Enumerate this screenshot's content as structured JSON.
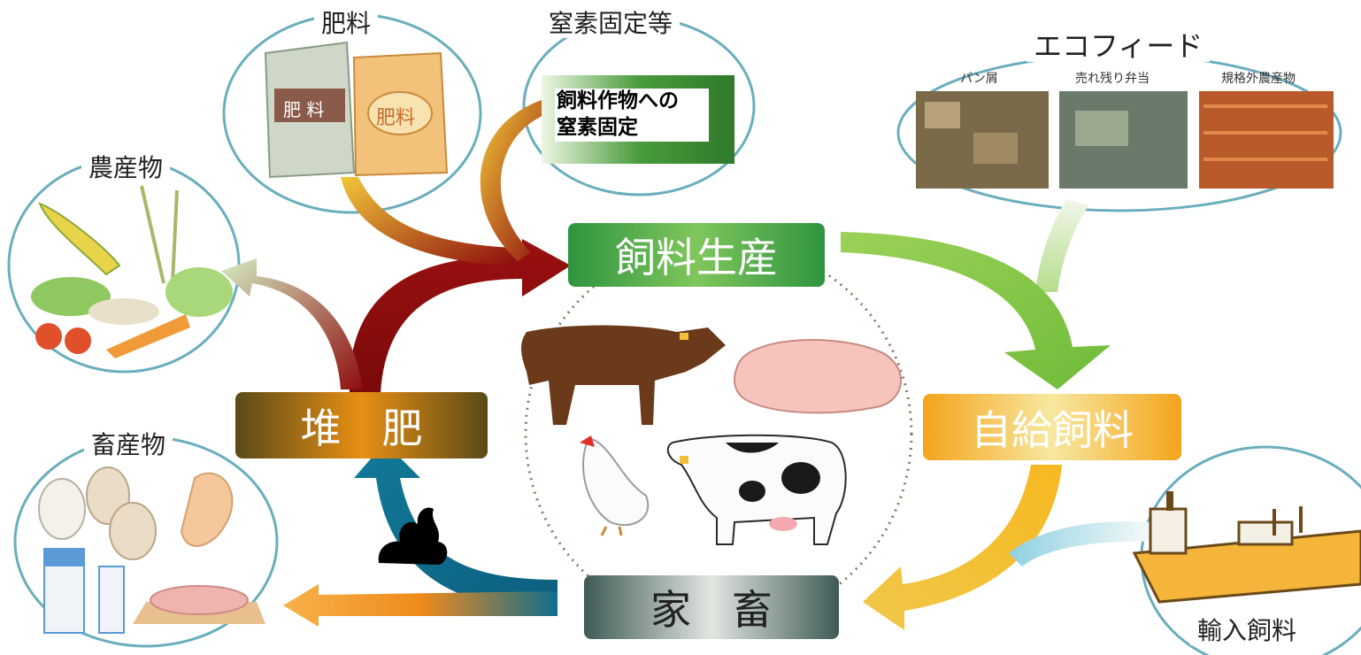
{
  "circles": {
    "fertilizer": {
      "label": "肥料",
      "bag_text": "肥 料",
      "bag_text_2": "肥料"
    },
    "nitrogen": {
      "label": "窒素固定等",
      "caption_line1": "飼料作物への",
      "caption_line2": "窒素固定"
    },
    "crops": {
      "label": "農産物"
    },
    "livestock_products": {
      "label": "畜産物"
    },
    "ecofeed": {
      "label": "エコフィード",
      "items": [
        "パン屑",
        "売れ残り弁当",
        "規格外農産物"
      ]
    },
    "imported": {
      "label": "輸入飼料"
    }
  },
  "boxes": {
    "feed_production": "飼料生産",
    "compost": "堆　肥",
    "self_sufficient_feed": "自給飼料",
    "livestock": "家　畜"
  },
  "colors": {
    "circle_stroke": "#6aaebd",
    "feed_production_box": "#3fa34d",
    "compost_box_left": "#6b5a1c",
    "compost_box_right": "#e08a12",
    "self_feed_box": "#f3a21b",
    "livestock_box": "#4e6a64",
    "dark_red_arrow": "#8e0e0e",
    "yellow_arrow": "#f0c12a",
    "green_arrow": "#8fcb4a",
    "teal_arrow": "#0f6b8b",
    "orange_arrow": "#f0a020"
  },
  "icons": [
    "cow-icon",
    "pig-icon",
    "chicken-icon",
    "dairy-cow-icon",
    "poop-icon",
    "ship-icon"
  ]
}
